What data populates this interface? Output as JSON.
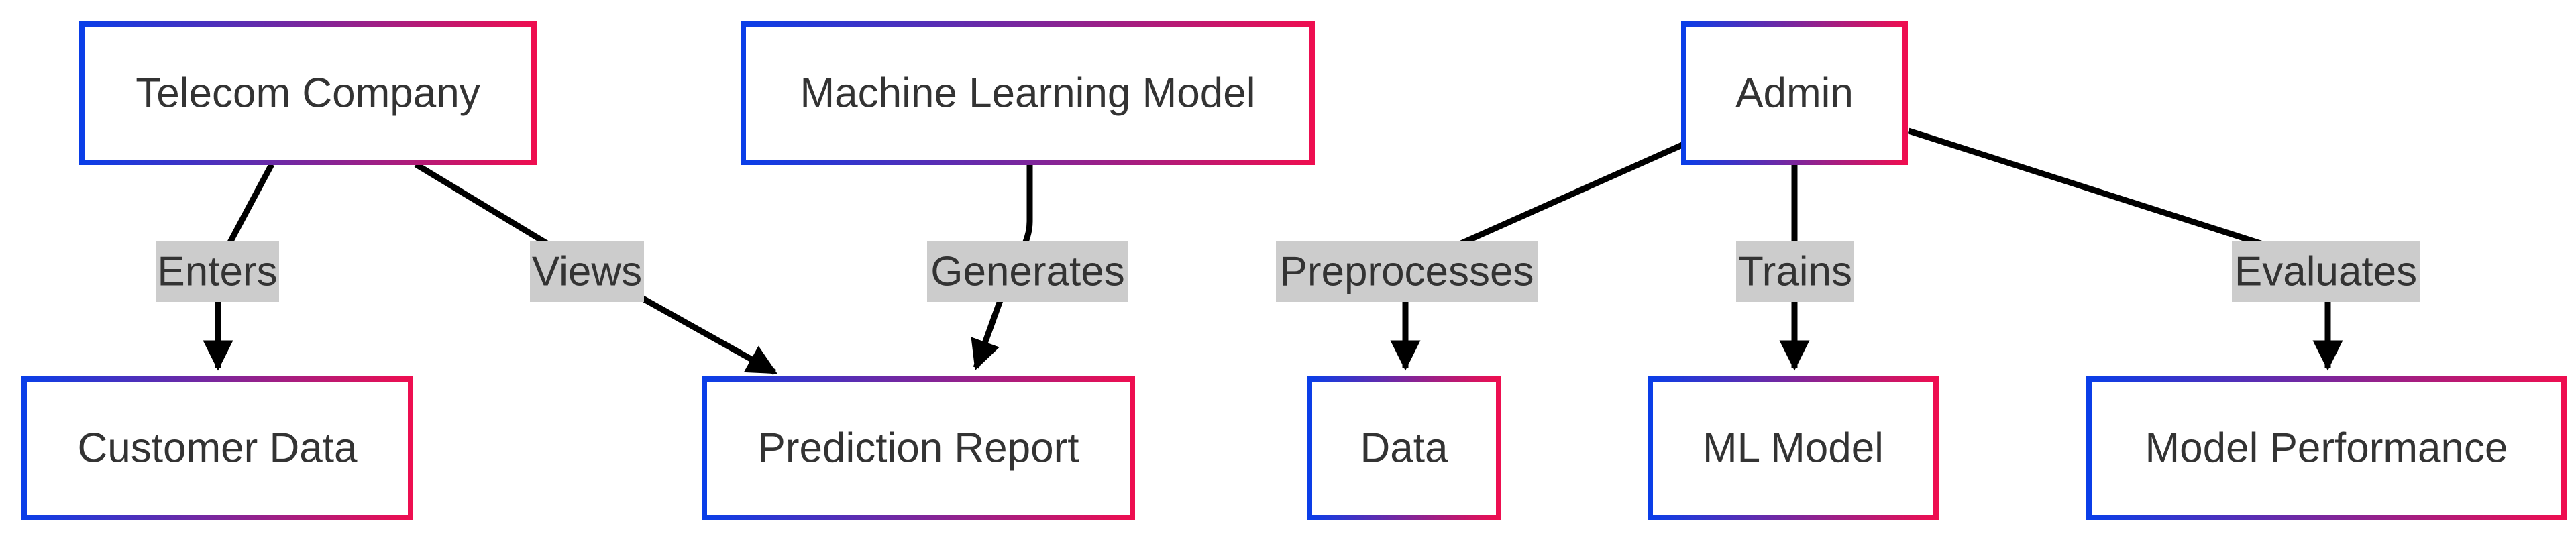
{
  "colors": {
    "border_start": "#0a3ee8",
    "border_end": "#ee0e50",
    "edge": "#000000",
    "edge_label_bg": "#cccccc",
    "text": "#333333",
    "background": "#ffffff"
  },
  "nodes": {
    "telecom_company": "Telecom Company",
    "machine_learning_model": "Machine Learning Model",
    "admin": "Admin",
    "customer_data": "Customer Data",
    "prediction_report": "Prediction Report",
    "data": "Data",
    "ml_model": "ML Model",
    "model_performance": "Model Performance"
  },
  "edges": {
    "enters": "Enters",
    "views": "Views",
    "generates": "Generates",
    "preprocesses": "Preprocesses",
    "trains": "Trains",
    "evaluates": "Evaluates"
  }
}
